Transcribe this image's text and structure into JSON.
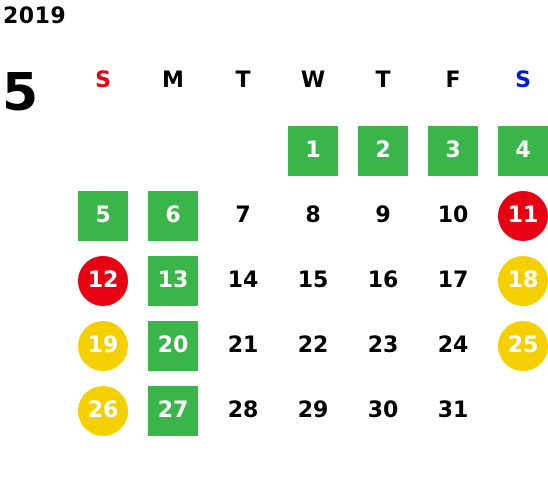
{
  "year": "2019",
  "month": "5",
  "weekdays": [
    {
      "label": "S",
      "color": "#e60012"
    },
    {
      "label": "M",
      "color": "#000000"
    },
    {
      "label": "T",
      "color": "#000000"
    },
    {
      "label": "W",
      "color": "#000000"
    },
    {
      "label": "T",
      "color": "#000000"
    },
    {
      "label": "F",
      "color": "#000000"
    },
    {
      "label": "S",
      "color": "#0019d6"
    }
  ],
  "styles": {
    "green": "#3ab54a",
    "red": "#e60012",
    "yellow": "#f5d000",
    "plain": "#000000"
  },
  "weeks": [
    [
      {
        "day": "",
        "style": "empty"
      },
      {
        "day": "",
        "style": "empty"
      },
      {
        "day": "",
        "style": "empty"
      },
      {
        "day": "1",
        "style": "green"
      },
      {
        "day": "2",
        "style": "green"
      },
      {
        "day": "3",
        "style": "green"
      },
      {
        "day": "4",
        "style": "green"
      }
    ],
    [
      {
        "day": "5",
        "style": "green"
      },
      {
        "day": "6",
        "style": "green"
      },
      {
        "day": "7",
        "style": "plain"
      },
      {
        "day": "8",
        "style": "plain"
      },
      {
        "day": "9",
        "style": "plain"
      },
      {
        "day": "10",
        "style": "plain"
      },
      {
        "day": "11",
        "style": "red"
      }
    ],
    [
      {
        "day": "12",
        "style": "red"
      },
      {
        "day": "13",
        "style": "green"
      },
      {
        "day": "14",
        "style": "plain"
      },
      {
        "day": "15",
        "style": "plain"
      },
      {
        "day": "16",
        "style": "plain"
      },
      {
        "day": "17",
        "style": "plain"
      },
      {
        "day": "18",
        "style": "yellow"
      }
    ],
    [
      {
        "day": "19",
        "style": "yellow"
      },
      {
        "day": "20",
        "style": "green"
      },
      {
        "day": "21",
        "style": "plain"
      },
      {
        "day": "22",
        "style": "plain"
      },
      {
        "day": "23",
        "style": "plain"
      },
      {
        "day": "24",
        "style": "plain"
      },
      {
        "day": "25",
        "style": "yellow"
      }
    ],
    [
      {
        "day": "26",
        "style": "yellow"
      },
      {
        "day": "27",
        "style": "green"
      },
      {
        "day": "28",
        "style": "plain"
      },
      {
        "day": "29",
        "style": "plain"
      },
      {
        "day": "30",
        "style": "plain"
      },
      {
        "day": "31",
        "style": "plain"
      },
      {
        "day": "",
        "style": "empty"
      }
    ]
  ]
}
